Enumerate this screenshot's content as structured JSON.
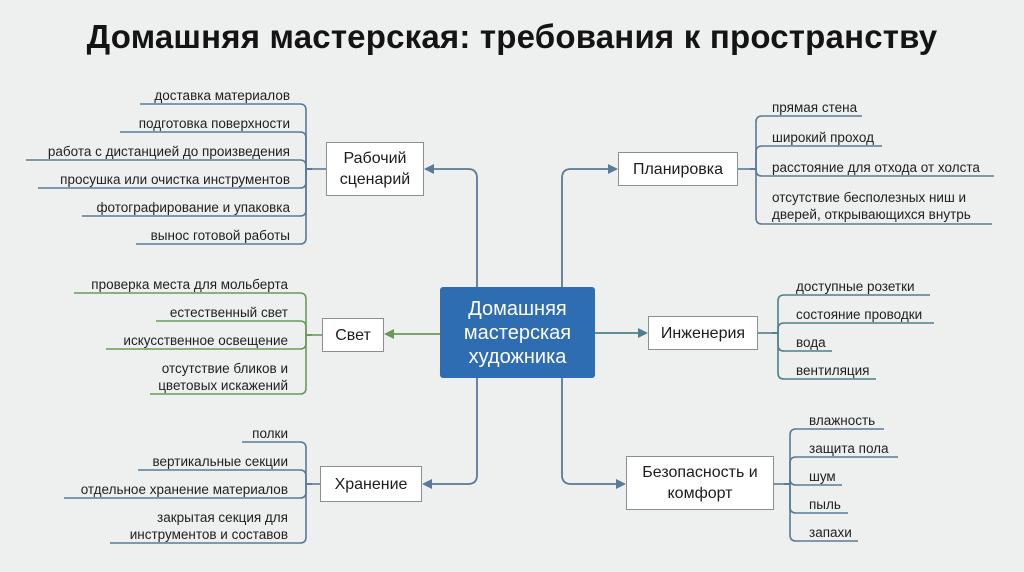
{
  "title": "Домашняя мастерская: требования к пространству",
  "center": "Домашняя мастерская художника",
  "colors": {
    "center": "#2f6db3",
    "wire_blue": "#5a7a96",
    "wire_green": "#6a9a5a",
    "wire_teal": "#4f7f8a"
  },
  "branches": {
    "workflow": {
      "label": "Рабочий сценарий",
      "items": [
        "доставка материалов",
        "подготовка поверхности",
        "работа с дистанцией до произведения",
        "просушка или очистка инструментов",
        "фотографирование и упаковка",
        "вынос готовой работы"
      ]
    },
    "light": {
      "label": "Свет",
      "items": [
        "проверка места для мольберта",
        "естественный свет",
        "искусственное освещение",
        "отсутствие бликов и цветовых искажений"
      ]
    },
    "storage": {
      "label": "Хранение",
      "items": [
        "полки",
        "вертикальные секции",
        "отдельное хранение материалов",
        "закрытая секция для инструментов и составов"
      ]
    },
    "layout": {
      "label": "Планировка",
      "items": [
        "прямая стена",
        "широкий проход",
        "расстояние для отхода от холста",
        "отсутствие бесполезных ниш и дверей, открывающихся внутрь"
      ]
    },
    "engineering": {
      "label": "Инженерия",
      "items": [
        "доступные розетки",
        "состояние проводки",
        "вода",
        "вентиляция"
      ]
    },
    "safety": {
      "label": "Безопасность и комфорт",
      "items": [
        "влажность",
        "защита пола",
        "шум",
        "пыль",
        "запахи"
      ]
    }
  }
}
